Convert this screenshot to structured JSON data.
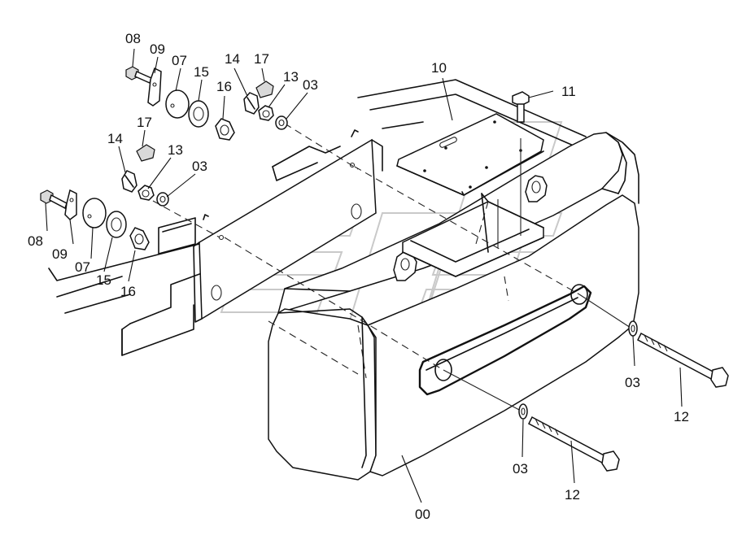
{
  "parts": [
    {
      "id": "p08a",
      "number": "08"
    },
    {
      "id": "p09a",
      "number": "09"
    },
    {
      "id": "p07a",
      "number": "07"
    },
    {
      "id": "p15a",
      "number": "15"
    },
    {
      "id": "p16a",
      "number": "16"
    },
    {
      "id": "p14a",
      "number": "14"
    },
    {
      "id": "p17a",
      "number": "17"
    },
    {
      "id": "p13a",
      "number": "13"
    },
    {
      "id": "p03a",
      "number": "03"
    },
    {
      "id": "p10",
      "number": "10"
    },
    {
      "id": "p11",
      "number": "11"
    },
    {
      "id": "p14b",
      "number": "14"
    },
    {
      "id": "p17b",
      "number": "17"
    },
    {
      "id": "p13b",
      "number": "13"
    },
    {
      "id": "p03b",
      "number": "03"
    },
    {
      "id": "p08b",
      "number": "08"
    },
    {
      "id": "p09b",
      "number": "09"
    },
    {
      "id": "p07b",
      "number": "07"
    },
    {
      "id": "p15b",
      "number": "15"
    },
    {
      "id": "p16b",
      "number": "16"
    },
    {
      "id": "p03c",
      "number": "03"
    },
    {
      "id": "p12a",
      "number": "12"
    },
    {
      "id": "p03d",
      "number": "03"
    },
    {
      "id": "p12b",
      "number": "12"
    },
    {
      "id": "p00",
      "number": "00"
    }
  ]
}
